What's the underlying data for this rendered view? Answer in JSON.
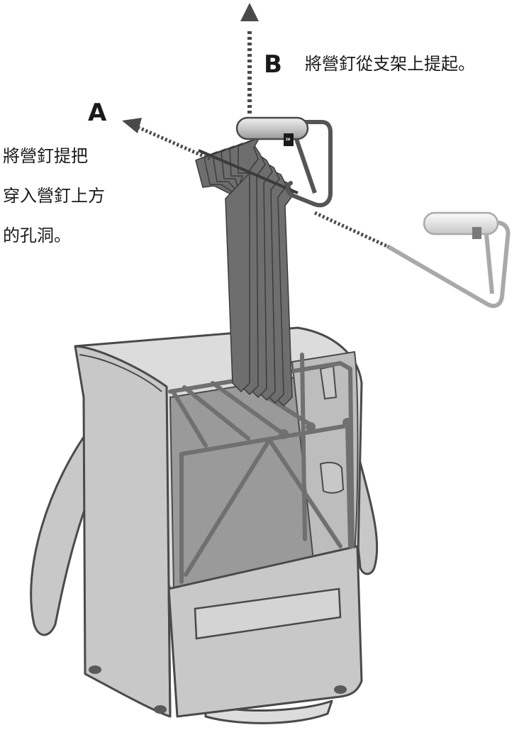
{
  "label_a": "A",
  "caption_a_lines": [
    "將營釘提把",
    "穿入營釘上方",
    "的孔洞。"
  ],
  "label_b": "B",
  "caption_b": "將營釘從支架上提起。",
  "brand_tag_text": "ZN",
  "colors": {
    "outline": "#4a4a4a",
    "bag_fill": "#c8c8c8",
    "bag_light": "#dcdcdc",
    "interior_dark": "#9a9a9a",
    "peg_fill": "#6e6e6e",
    "rod_fill": "#707070",
    "ghost_outline": "#a9a9a9",
    "ghost_fill": "#dddddd",
    "text": "#1a1a1a"
  }
}
